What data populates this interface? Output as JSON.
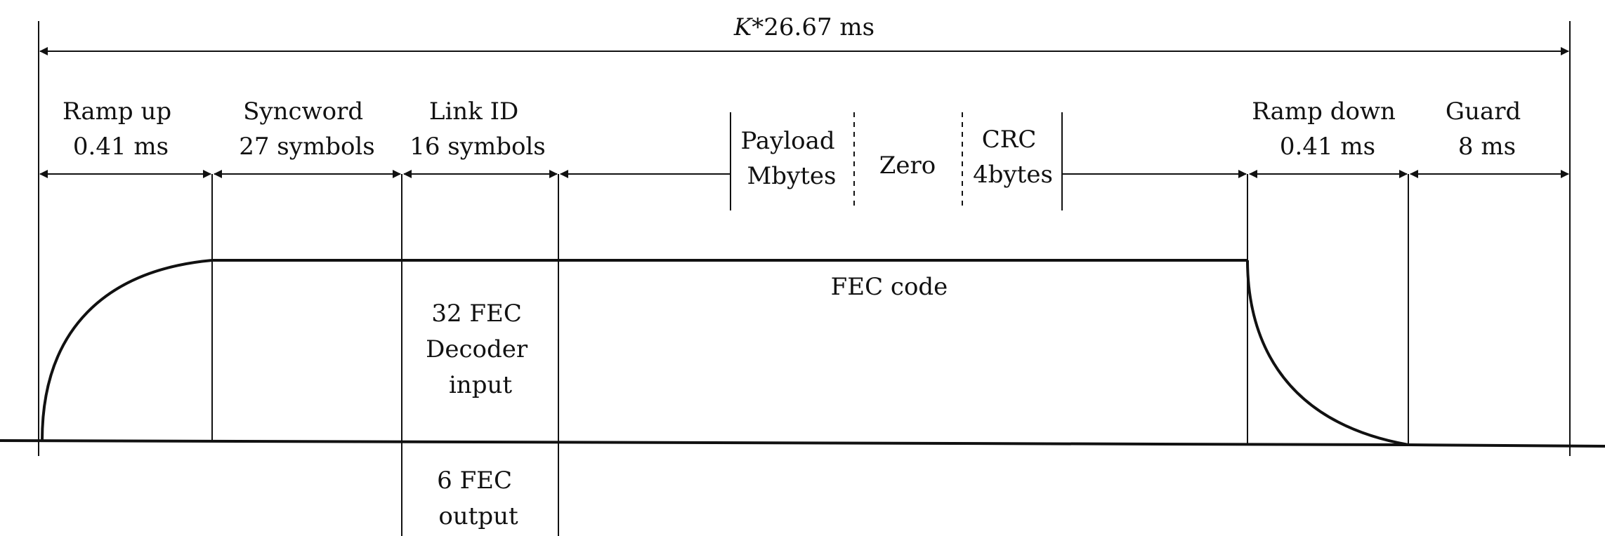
{
  "total": {
    "italic": "K",
    "rest": "*26.67 ms"
  },
  "segments": {
    "ramp_up": {
      "line1": "Ramp up",
      "line2": "0.41 ms"
    },
    "syncword": {
      "line1": "Syncword",
      "line2": "27 symbols"
    },
    "link_id": {
      "line1": "Link ID",
      "line2": "16 symbols"
    },
    "payload": {
      "line1": "Payload",
      "line2": "Mbytes"
    },
    "zero": {
      "label": "Zero"
    },
    "crc": {
      "line1": "CRC",
      "line2": "4bytes"
    },
    "ramp_down": {
      "line1": "Ramp down",
      "line2": "0.41 ms"
    },
    "guard": {
      "line1": "Guard",
      "line2": "8 ms"
    }
  },
  "fec_code": "FEC code",
  "fec_decoder": {
    "line1": "32 FEC",
    "line2": "Decoder",
    "line3": "input"
  },
  "fec_output": {
    "line1": "6 FEC",
    "line2": "output"
  }
}
